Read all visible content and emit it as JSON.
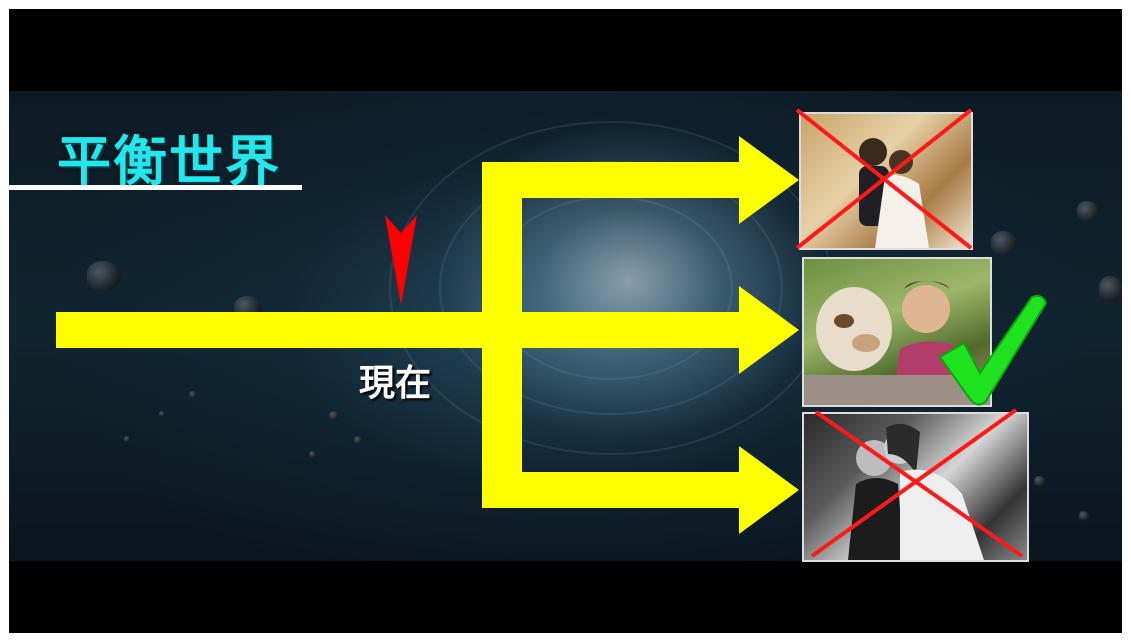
{
  "title": "平衡世界",
  "now_label": "現在",
  "colors": {
    "title": "#20e8ee",
    "arrow": "#ffff00",
    "marker": "#ff0000",
    "cross": "#ff1a1a",
    "check": "#1ee31e"
  },
  "outcomes": [
    {
      "photo": "couple-wedding-photo",
      "mark": "cross-icon"
    },
    {
      "photo": "man-with-dog-photo",
      "mark": "checkmark-icon"
    },
    {
      "photo": "couple-black-white-photo",
      "mark": "cross-icon"
    }
  ]
}
